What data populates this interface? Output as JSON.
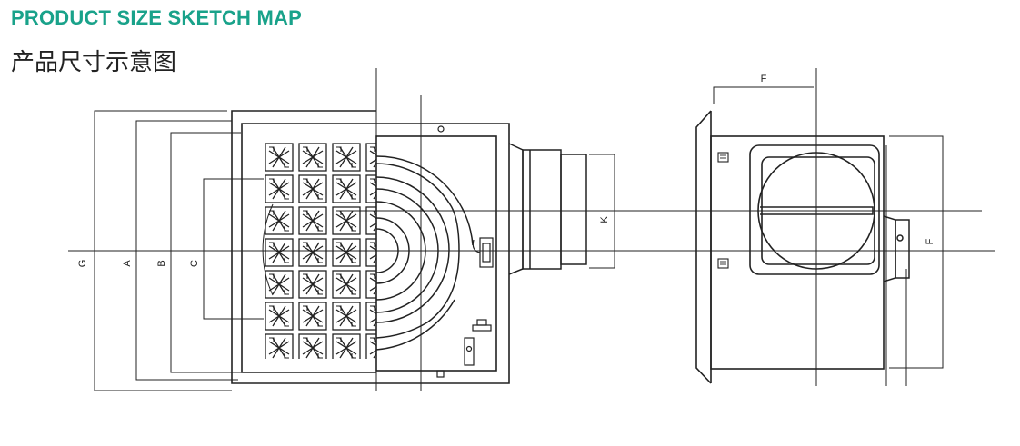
{
  "header": {
    "title_en": "PRODUCT SIZE SKETCH MAP",
    "title_cn": "产品尺寸示意图"
  },
  "colors": {
    "accent": "#19a28a",
    "line": "#222222"
  },
  "dimensions": {
    "G": "G",
    "A": "A",
    "B": "B",
    "C": "C",
    "K": "K",
    "F_top": "F",
    "F_side": "F"
  },
  "icons": {
    "grille": "diagonal-vortex-pattern",
    "motor": "concentric-circles",
    "damper": "circular-damper"
  }
}
